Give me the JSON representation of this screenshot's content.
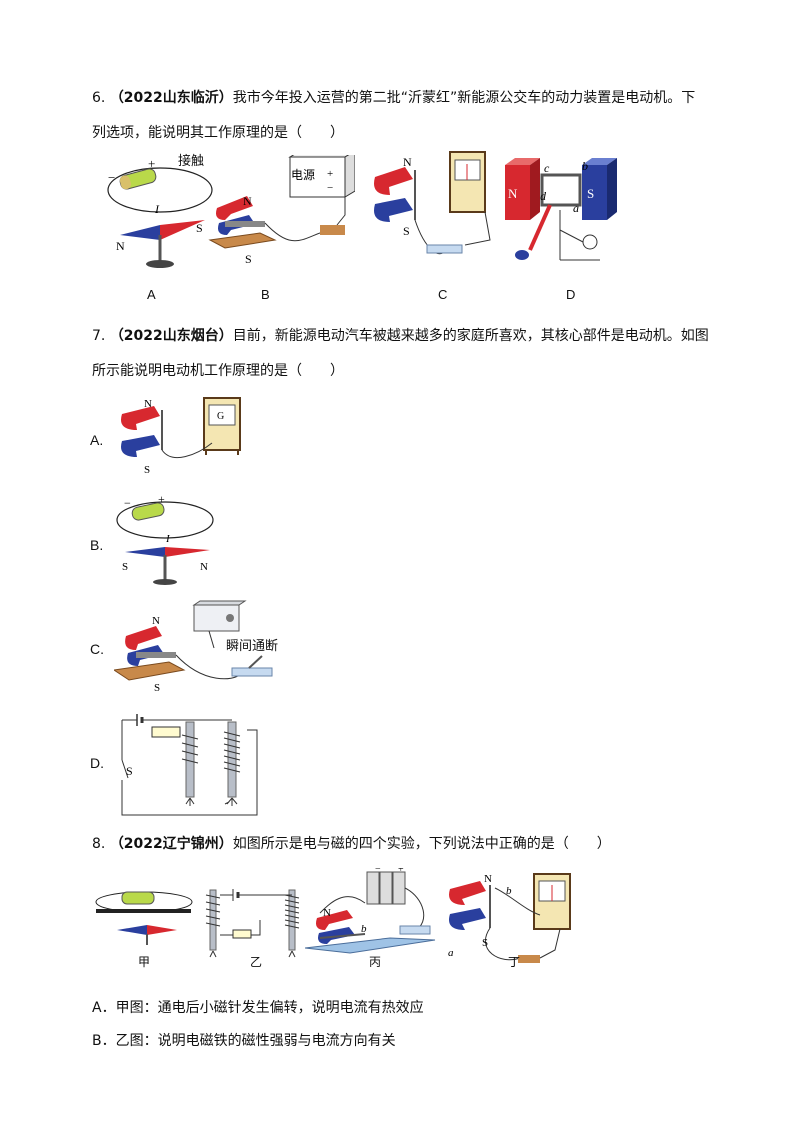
{
  "q6": {
    "number": "6.",
    "source": "（2022山东临沂）",
    "line1": "我市今年投入运营的第二批“沂蒙红”新能源公交车的动力装置是电动机。下",
    "line2": "列选项，能说明其工作原理的是（　　）",
    "fig_labels": [
      "A",
      "B",
      "C",
      "D"
    ],
    "figA": {
      "touch": "接触",
      "current": "I",
      "plus": "+",
      "minus": "−",
      "n": "N",
      "s": "S"
    },
    "figB": {
      "power": "电源",
      "plus": "+",
      "minus": "−",
      "n": "N",
      "s": "S"
    },
    "figC": {
      "n": "N",
      "s": "S"
    },
    "figD": {
      "n": "N",
      "s": "S",
      "a": "a",
      "b": "b",
      "c": "c",
      "d": "d"
    }
  },
  "q7": {
    "number": "7.",
    "source": "（2022山东烟台）",
    "line1": "目前，新能源电动汽车被越来越多的家庭所喜欢，其核心部件是电动机。如图",
    "line2": "所示能说明电动机工作原理的是（　　）",
    "options": {
      "A": {
        "label": "A.",
        "n": "N",
        "s": "S",
        "g": "G"
      },
      "B": {
        "label": "B.",
        "current": "I",
        "plus": "+",
        "minus": "−",
        "s": "S",
        "n": "N"
      },
      "C": {
        "label": "C.",
        "n": "N",
        "s": "S",
        "switch_text": "瞬间通断"
      },
      "D": {
        "label": "D.",
        "s": "S"
      }
    }
  },
  "q8": {
    "number": "8.",
    "source": "（2022辽宁锦州）",
    "line1": "如图所示是电与磁的四个实验，下列说法中正确的是（　　）",
    "fig_labels": [
      "甲",
      "乙",
      "丙",
      "丁"
    ],
    "fig_text": {
      "n": "N",
      "s": "S",
      "a": "a",
      "b": "b"
    },
    "options": [
      "A．甲图：通电后小磁针发生偏转，说明电流有热效应",
      "B．乙图：说明电磁铁的磁性强弱与电流方向有关"
    ]
  },
  "colors": {
    "magnet_red": "#d7282f",
    "magnet_blue": "#2a3f9e",
    "wood": "#c8894a"
  }
}
